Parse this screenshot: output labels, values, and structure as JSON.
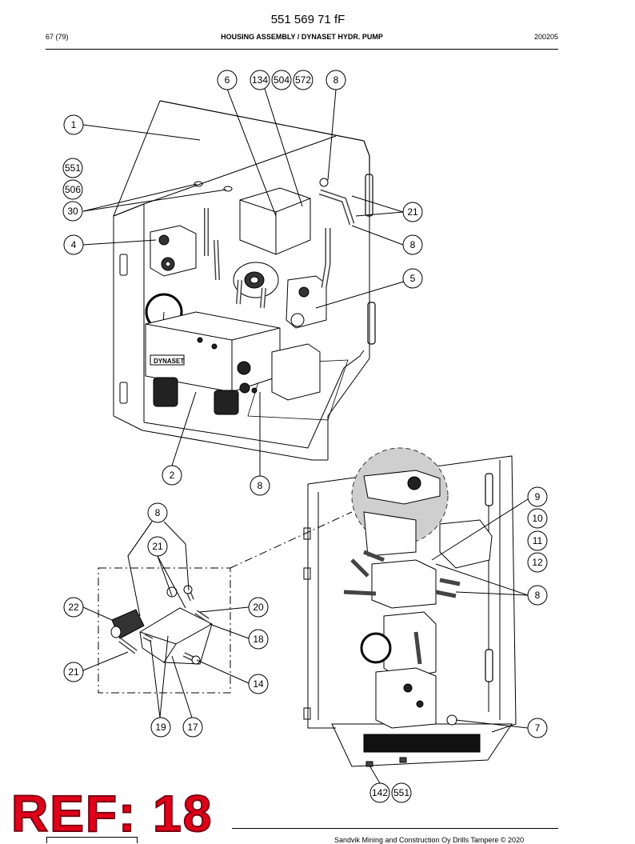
{
  "header": {
    "doc_number": "551 569 71 fF",
    "page_ref": "67 (79)",
    "title": "HOUSING ASSEMBLY / DYNASET HYDR. PUMP",
    "date": "200205"
  },
  "callouts": {
    "c6": "6",
    "c134": "134",
    "c504": "504",
    "c572": "572",
    "c8a": "8",
    "c1": "1",
    "c551a": "551",
    "c506": "506",
    "c30": "30",
    "c21a": "21",
    "c4": "4",
    "c8b": "8",
    "c5": "5",
    "c2": "2",
    "c8c": "8",
    "c9": "9",
    "c10": "10",
    "c11": "11",
    "c12": "12",
    "c8d": "8",
    "c8e": "8",
    "c21b": "21",
    "c22": "22",
    "c20": "20",
    "c18": "18",
    "c21c": "21",
    "c14": "14",
    "c19": "19",
    "c17": "17",
    "c7": "7",
    "c142": "142",
    "c551b": "551"
  },
  "drawing_labels": {
    "brand": "DYNASET"
  },
  "stamp": {
    "text": "REF: 18"
  },
  "footer": {
    "text": "Sandvik Mining and Construction Oy Drills Tampere © 2020"
  }
}
